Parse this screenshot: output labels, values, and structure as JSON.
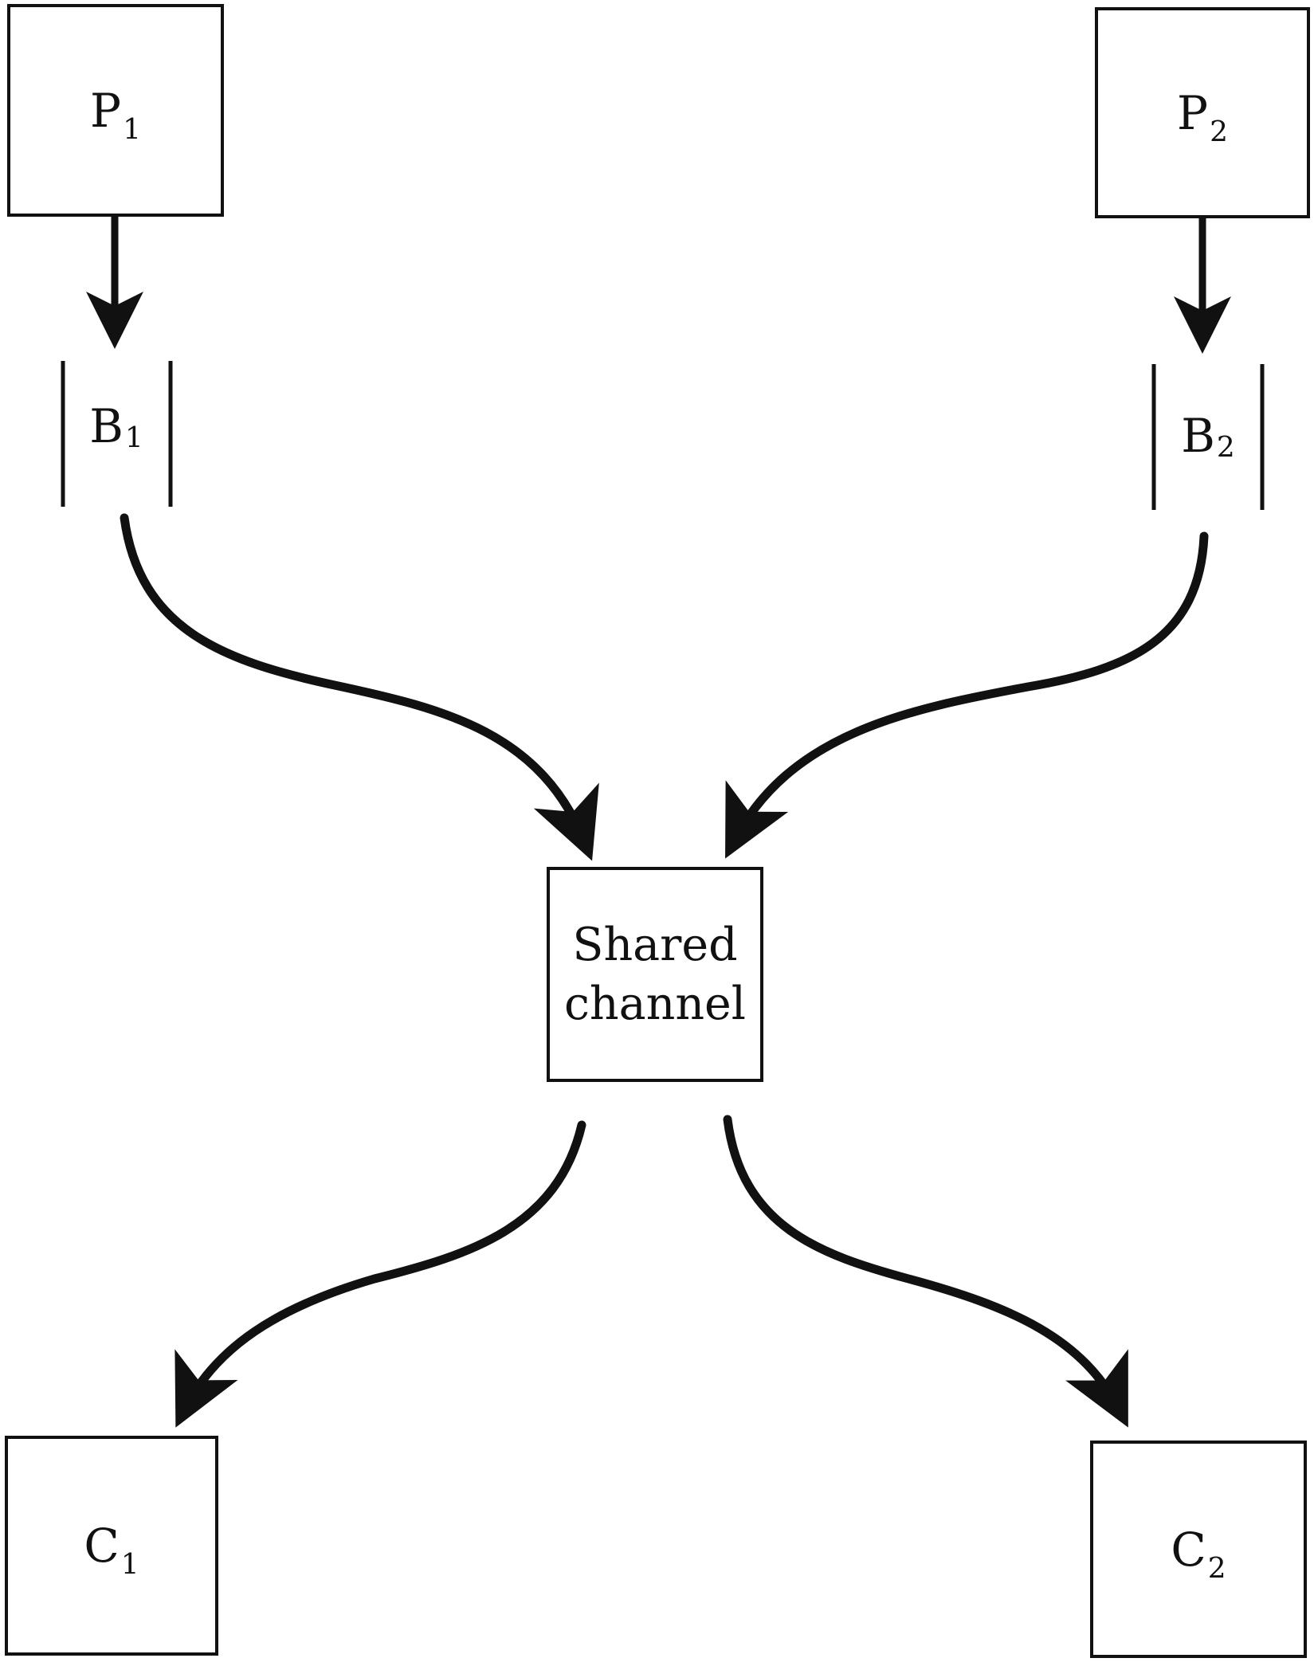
{
  "nodes": {
    "p1": {
      "letter": "P",
      "sub": "1"
    },
    "p2": {
      "letter": "P",
      "sub": "2"
    },
    "b1": {
      "letter": "B",
      "sub": "1"
    },
    "b2": {
      "letter": "B",
      "sub": "2"
    },
    "shared": {
      "line1": "Shared",
      "line2": "channel"
    },
    "c1": {
      "letter": "C",
      "sub": "1"
    },
    "c2": {
      "letter": "C",
      "sub": "2"
    }
  },
  "colors": {
    "stroke": "#111111",
    "background": "#ffffff"
  }
}
